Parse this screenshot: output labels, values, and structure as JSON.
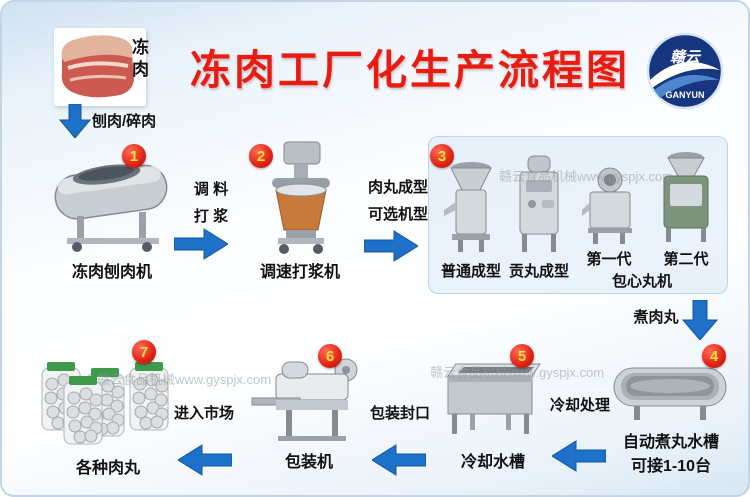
{
  "title": "冻肉工厂化生产流程图",
  "logo": {
    "name_cn": "赣云",
    "name_en": "GANYUN"
  },
  "watermark": "赣云食品机械www.gyspjx.com",
  "intro": {
    "material_label": "冻肉",
    "process_label": "刨肉/碎肉"
  },
  "flow_labels": {
    "seasoning_line1": "调 料",
    "seasoning_line2": "打 浆",
    "forming_line1": "肉丸成型",
    "forming_line2": "可选机型",
    "boiling": "煮肉丸",
    "cooling": "冷却处理",
    "packing": "包装封口",
    "market": "进入市场"
  },
  "steps": {
    "s1": {
      "num": "1",
      "label": "冻肉刨肉机"
    },
    "s2": {
      "num": "2",
      "label": "调速打浆机"
    },
    "s3": {
      "num": "3",
      "label_a": "普通成型",
      "label_b": "贡丸成型",
      "label_c": "第一代",
      "label_d": "第二代",
      "label_cd": "包心丸机"
    },
    "s4": {
      "num": "4",
      "label_line1": "自动煮丸水槽",
      "label_line2": "可接1-10台"
    },
    "s5": {
      "num": "5",
      "label": "冷却水槽"
    },
    "s6": {
      "num": "6",
      "label": "包装机"
    },
    "s7": {
      "num": "7",
      "label": "各种肉丸"
    }
  },
  "colors": {
    "title_red": "#e81c12",
    "arrow_blue": "#1d71c8",
    "badge_red": "#e32119",
    "badge_number_yellow": "#ffe03a",
    "logo_blue": "#16367f"
  }
}
